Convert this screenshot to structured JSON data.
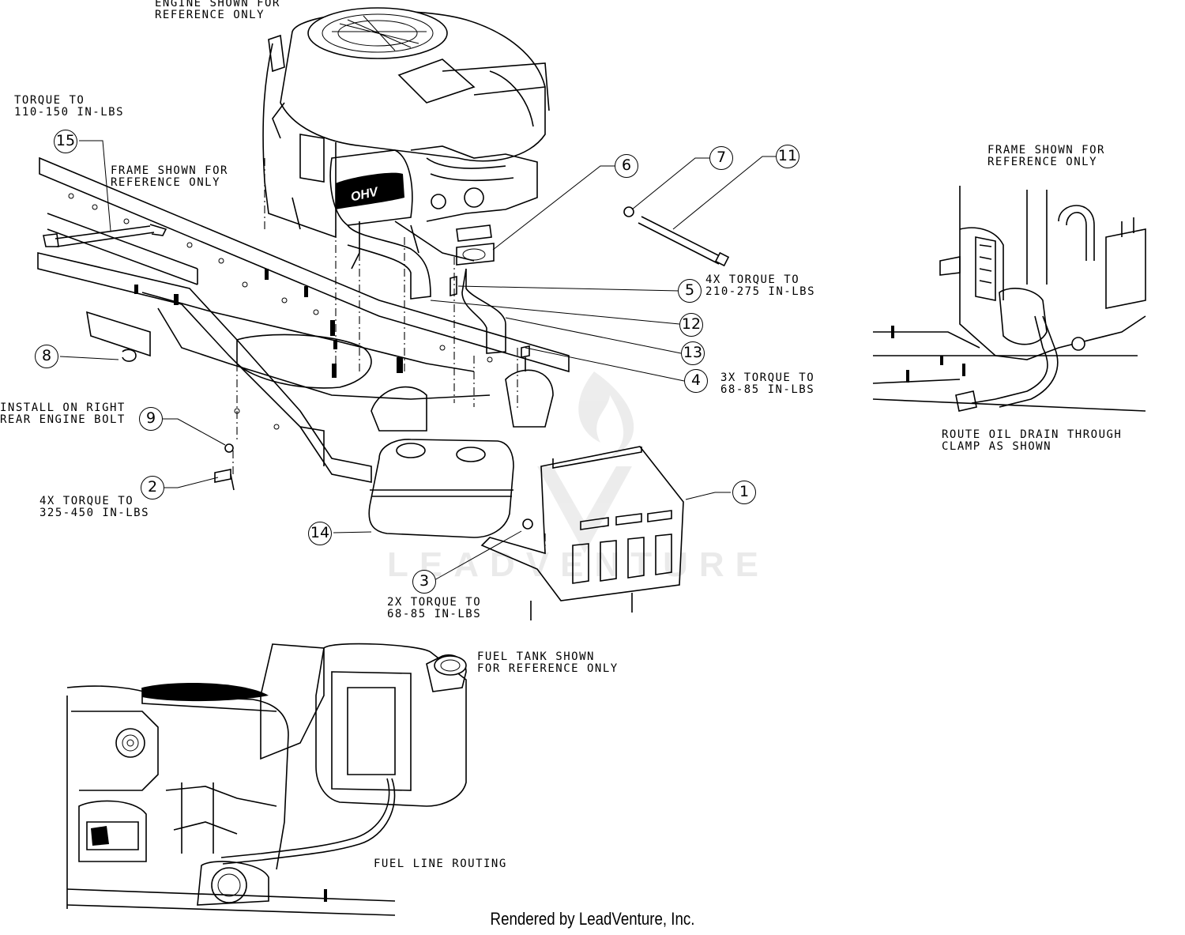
{
  "notes": {
    "engine_ref": "ENGINE SHOWN FOR\nREFERENCE ONLY",
    "torque_15": "TORQUE TO\n110-150 IN-LBS",
    "frame_ref_main": "FRAME SHOWN FOR\nREFERENCE ONLY",
    "frame_ref_right": "FRAME SHOWN FOR\nREFERENCE ONLY",
    "torque_5": "4X TORQUE TO\n210-275 IN-LBS",
    "torque_4": "3X TORQUE TO\n68-85 IN-LBS",
    "install_9": "INSTALL ON RIGHT\nREAR ENGINE BOLT",
    "torque_2": "4X TORQUE TO\n325-450 IN-LBS",
    "torque_3": "2X TORQUE TO\n68-85 IN-LBS",
    "route_oil": "ROUTE OIL DRAIN THROUGH\nCLAMP AS SHOWN",
    "fuel_tank_ref": "FUEL TANK SHOWN\nFOR REFERENCE ONLY",
    "fuel_line": "FUEL LINE ROUTING"
  },
  "callouts": [
    "1",
    "2",
    "3",
    "4",
    "5",
    "6",
    "7",
    "8",
    "9",
    "11",
    "12",
    "13",
    "14",
    "15"
  ],
  "engine_logo": "OHV",
  "watermark": "LEADVENTURE",
  "footer": "Rendered by LeadVenture, Inc."
}
